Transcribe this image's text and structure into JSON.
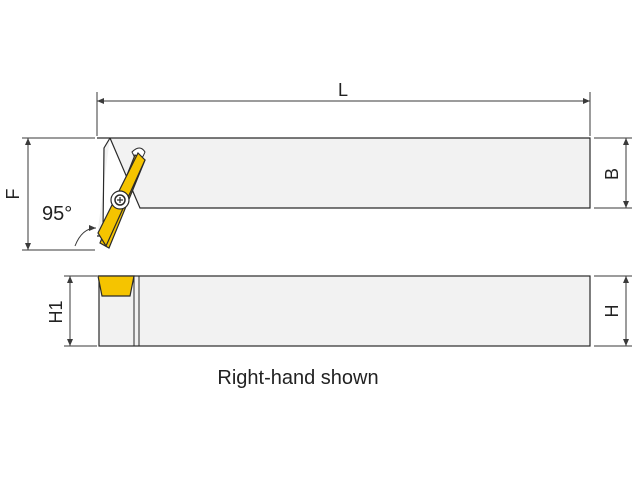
{
  "labels": {
    "L": "L",
    "B": "B",
    "F": "F",
    "H1": "H1",
    "H": "H",
    "angle": "95°"
  },
  "caption": "Right-hand shown",
  "colors": {
    "insert": "#f5c400",
    "body": "#f2f2f2",
    "line": "#2a2a2a"
  }
}
